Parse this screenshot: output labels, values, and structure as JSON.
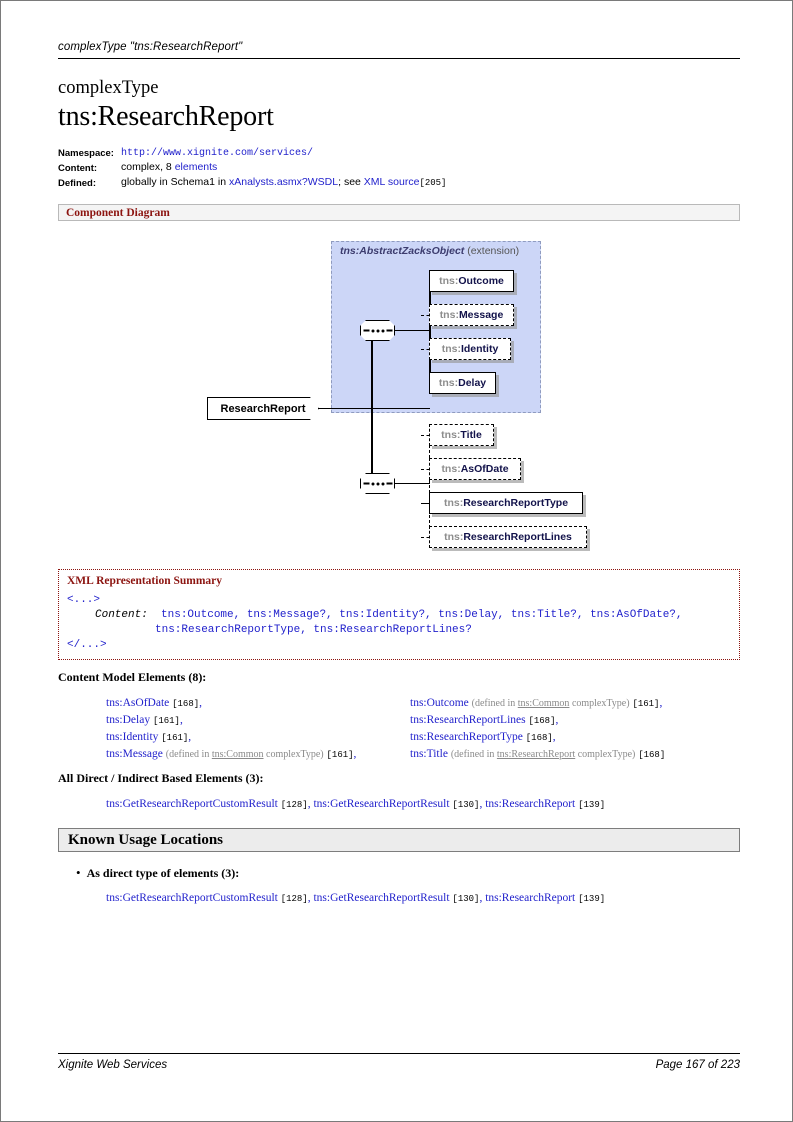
{
  "runhead": {
    "text": "complexType \"tns:ResearchReport\""
  },
  "title": {
    "kicker": "complexType",
    "name": "tns:ResearchReport"
  },
  "meta": {
    "namespace_label": "Namespace:",
    "namespace_value": "http://www.xignite.com/services/",
    "content_label": "Content:",
    "content_prefix": "complex, 8 ",
    "content_link": "elements",
    "defined_label": "Defined:",
    "defined_prefix": "globally in Schema1 in ",
    "defined_link1": "xAnalysts.asmx?WSDL",
    "defined_mid": "; see ",
    "defined_link2": "XML source",
    "defined_ref": "[205]"
  },
  "component_diagram": {
    "title": "Component Diagram",
    "root_node": "ResearchReport",
    "extension_group": {
      "type": "tns:AbstractZacksObject",
      "kind": "(extension)"
    },
    "inherited_elements": [
      {
        "prefix": "tns:",
        "name": "Outcome",
        "optional": false
      },
      {
        "prefix": "tns:",
        "name": "Message",
        "optional": true
      },
      {
        "prefix": "tns:",
        "name": "Identity",
        "optional": true
      },
      {
        "prefix": "tns:",
        "name": "Delay",
        "optional": false
      }
    ],
    "own_elements": [
      {
        "prefix": "tns:",
        "name": "Title",
        "optional": true
      },
      {
        "prefix": "tns:",
        "name": "AsOfDate",
        "optional": true
      },
      {
        "prefix": "tns:",
        "name": "ResearchReportType",
        "optional": false
      },
      {
        "prefix": "tns:",
        "name": "ResearchReportLines",
        "optional": true
      }
    ]
  },
  "xml_summary": {
    "title": "XML Representation Summary",
    "open_tag": "<...>",
    "content_label": "Content:",
    "content_line1": "tns:Outcome, tns:Message?, tns:Identity?, tns:Delay, tns:Title?, tns:AsOfDate?,",
    "content_line2": "tns:ResearchReportType, tns:ResearchReportLines?",
    "close_tag": "</...>"
  },
  "content_model": {
    "heading": "Content Model Elements (8):",
    "left_column": [
      {
        "name": "tns:AsOfDate",
        "note": "",
        "ref": "[168]",
        "comma": ","
      },
      {
        "name": "tns:Delay",
        "note": "",
        "ref": "[161]",
        "comma": ","
      },
      {
        "name": "tns:Identity",
        "note": "",
        "ref": "[161]",
        "comma": ","
      },
      {
        "name": "tns:Message",
        "note_pre": "(defined in ",
        "note_link": "tns:Common",
        "note_post": " complexType)",
        "ref": "[161]",
        "comma": ","
      }
    ],
    "right_column": [
      {
        "name": "tns:Outcome",
        "note_pre": "(defined in ",
        "note_link": "tns:Common",
        "note_post": " complexType)",
        "ref": "[161]",
        "comma": ","
      },
      {
        "name": "tns:ResearchReportLines",
        "ref": "[168]",
        "comma": ","
      },
      {
        "name": "tns:ResearchReportType",
        "ref": "[168]",
        "comma": ","
      },
      {
        "name": "tns:Title",
        "note_pre": "(defined in ",
        "note_link": "tns:ResearchReport",
        "note_post": " complexType)",
        "ref": "[168]",
        "comma": ""
      }
    ]
  },
  "based_elements": {
    "heading": "All Direct / Indirect Based Elements (3):",
    "items": [
      {
        "name": "tns:GetResearchReportCustomResult",
        "ref": "[128]",
        "comma": ","
      },
      {
        "name": "tns:GetResearchReportResult",
        "ref": "[130]",
        "comma": ","
      },
      {
        "name": "tns:ResearchReport",
        "ref": "[139]",
        "comma": ""
      }
    ]
  },
  "known_usage": {
    "title": "Known Usage Locations",
    "bullet_label": "As direct type of elements (3):",
    "items": [
      {
        "name": "tns:GetResearchReportCustomResult",
        "ref": "[128]",
        "comma": ","
      },
      {
        "name": "tns:GetResearchReportResult",
        "ref": "[130]",
        "comma": ","
      },
      {
        "name": "tns:ResearchReport",
        "ref": "[139]",
        "comma": ""
      }
    ]
  },
  "footer": {
    "left": "Xignite Web Services",
    "right": "Page 167 of 223"
  },
  "colors": {
    "link": "#2222cc",
    "section_red": "#8c1410",
    "extension_fill": "#ccd6f7",
    "note_gray": "#8a8a8a"
  }
}
